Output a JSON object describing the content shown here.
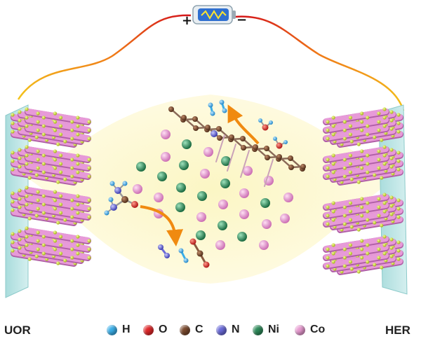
{
  "battery": {
    "positive_sign": "+",
    "negative_sign": "−"
  },
  "electrodes": {
    "left_label": "UOR",
    "right_label": "HER"
  },
  "legend": [
    {
      "symbol": "H",
      "color": "#3aaee8"
    },
    {
      "symbol": "O",
      "color": "#e0282a"
    },
    {
      "symbol": "C",
      "color": "#7a4a2e"
    },
    {
      "symbol": "N",
      "color": "#6a6ad8"
    },
    {
      "symbol": "Ni",
      "color": "#2e8a5a"
    },
    {
      "symbol": "Co",
      "color": "#e79ad0"
    }
  ],
  "colors": {
    "electrode_plate": "#bfe6e6",
    "nanorod": "#e08bd5",
    "nanoparticle": "#d8e635",
    "glow": "#fbf7cc",
    "arrow": "#f08a10",
    "wire_start": "#f2c31a",
    "wire_end": "#d4151a"
  }
}
